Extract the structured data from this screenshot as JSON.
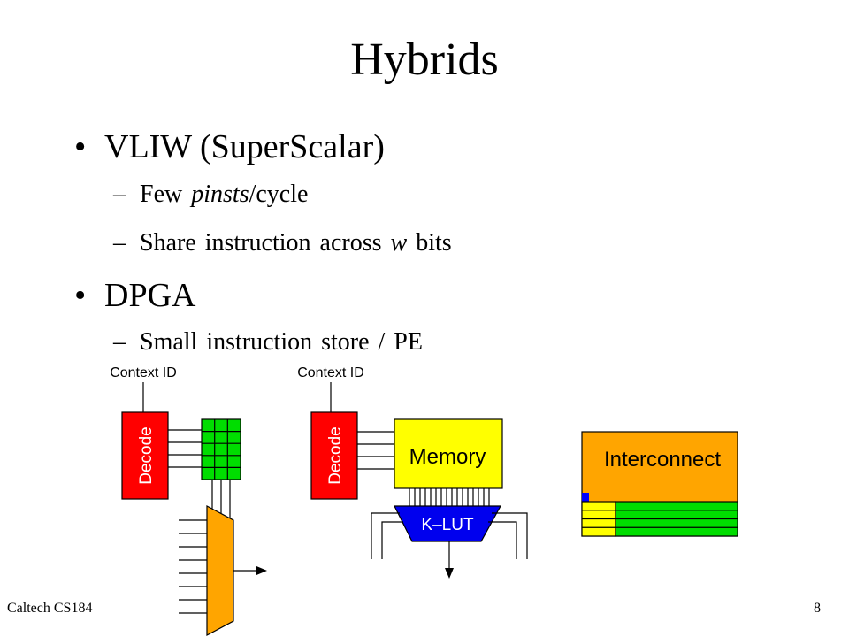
{
  "slide": {
    "title": "Hybrids",
    "bullets": [
      {
        "text": "VLIW (SuperScalar)",
        "subitems": [
          {
            "before": "Few ",
            "italic": "pinsts",
            "after": "/cycle"
          },
          {
            "before": "Share instruction across ",
            "italic": "w",
            "after": " bits"
          }
        ]
      },
      {
        "text": "DPGA",
        "subitems": [
          {
            "before": "Small instruction store / PE",
            "italic": "",
            "after": ""
          }
        ]
      }
    ],
    "bullet_glyph": "•",
    "dash_glyph": "–"
  },
  "figures": {
    "vliw": {
      "context_label": "Context ID",
      "decode_label": "Decode"
    },
    "dpga": {
      "context_label": "Context ID",
      "decode_label": "Decode",
      "memory_label": "Memory",
      "lut_label": "K–LUT"
    },
    "interconnect": {
      "label": "Interconnect"
    }
  },
  "colors": {
    "decode": "#ff0000",
    "grid": "#00dd00",
    "mux": "#ffa500",
    "memory": "#ffff00",
    "lut": "#0000ee",
    "interconnect": "#ffa500",
    "interconnect_marker": "#0000ff"
  },
  "footer": {
    "left": "Caltech CS184",
    "page": "8"
  }
}
